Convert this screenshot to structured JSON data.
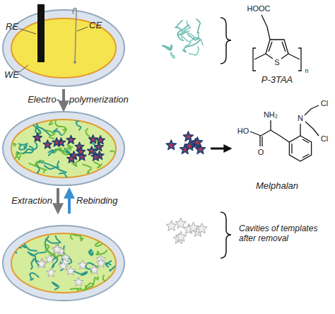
{
  "diagram": {
    "labels": [
      "RE",
      "CE",
      "WE",
      "Electro-",
      "polymerization",
      "Extraction",
      "Rebinding",
      "HOOC",
      "S",
      "n",
      "P-3TAA",
      "NH₂",
      "HO",
      "O",
      "N",
      "Cl",
      "Cl",
      "Melphalan",
      "Cavities of templates after removal"
    ]
  }
}
